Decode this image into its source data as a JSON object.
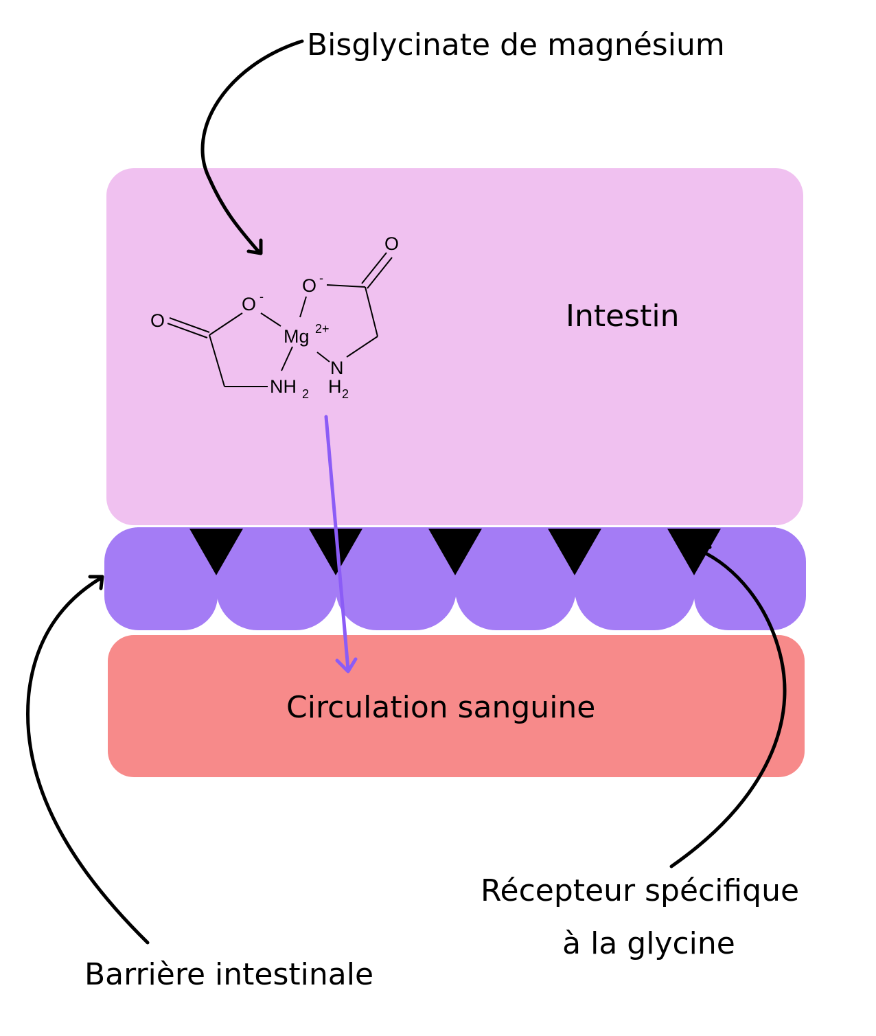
{
  "labels": {
    "molecule_name": "Bisglycinate de magnésium",
    "intestine": "Intestin",
    "blood": "Circulation sanguine",
    "barrier": "Barrière intestinale",
    "receptor_line1": "Récepteur spécifique",
    "receptor_line2": "à la glycine"
  },
  "molecule": {
    "O_left": "O",
    "O_minus_left": "O",
    "minus_left": "-",
    "metal": "Mg",
    "charge": "2+",
    "NH_left": "NH",
    "NH_left_sub": "2",
    "O_minus_right": "O",
    "minus_right": "-",
    "O_right": "O",
    "N_right": "N",
    "H_right": "H",
    "H_right_sub": "2"
  },
  "colors": {
    "intestine": "#F0C1F0",
    "barrier": "#A47CF5",
    "blood": "#F78A8A",
    "receptor": "#000000",
    "absorption_arrow": "#8B5CF6",
    "pointer_arrows": "#000000"
  }
}
